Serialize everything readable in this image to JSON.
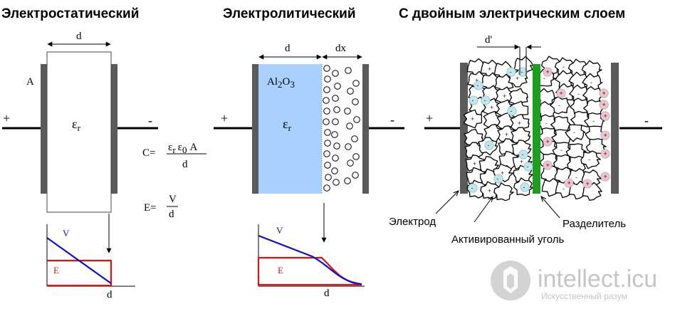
{
  "titles": {
    "electrostatic": "Электростатический",
    "electrolytic": "Электролитический",
    "double_layer": "С двойным электрическим  слоем"
  },
  "symbols": {
    "plus": "+",
    "minus": "-",
    "d": "d",
    "dx": "dx",
    "d_prime": "d'",
    "area": "A",
    "epsilon_r": "ε",
    "subscript_r": "r",
    "eps_sym": "ε",
    "al": "Al",
    "o": "O",
    "sub_2": "2",
    "sub_3": "3",
    "sub_0": "0"
  },
  "formula": {
    "c_lhs": "C=",
    "c_den": "d",
    "c_num_a": "A",
    "e_lhs": "E=",
    "e_num": "V",
    "e_den": "d"
  },
  "graph_labels": {
    "v": "V",
    "e": "E",
    "d": "d"
  },
  "callouts": {
    "electrode": "Электрод",
    "activated_carbon": "Активированный уголь",
    "separator": "Разделитель"
  },
  "watermark": {
    "brand": "intellect.icu",
    "tagline": "Искусственный разум"
  },
  "colors": {
    "electrode": "#5a5a5a",
    "dielectric_blue": "#aad0ff",
    "separator_green": "#1e9e1e",
    "negative_ion": "#bfe8ee",
    "positive_ion": "#f5c2c8",
    "v_line": "#1010c8",
    "e_line": "#e01010"
  }
}
